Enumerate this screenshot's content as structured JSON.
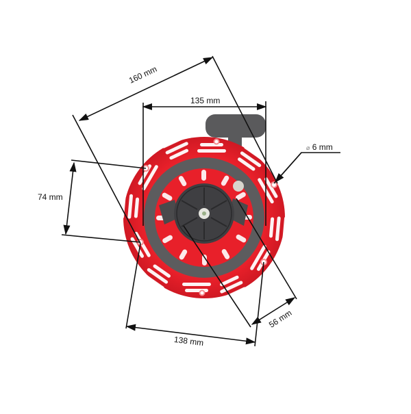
{
  "product": {
    "name": "recoil-starter",
    "housing_color": "#e8202a",
    "housing_highlight": "#f35a5f",
    "cover_color": "#5c5c5e",
    "handle_color": "#5a5a5c",
    "hub_color": "#3f3f42",
    "line_color": "#111111"
  },
  "dimensions": {
    "overall_diagonal": "160 mm",
    "handle_width": "135 mm",
    "mount_hole_spacing": "74 mm",
    "hole_diameter": "⌀ 6 mm",
    "hole_diameter_symbol": "⌀",
    "hole_diameter_value": "6 mm",
    "base_width": "138 mm",
    "hub_depth": "56 mm"
  }
}
